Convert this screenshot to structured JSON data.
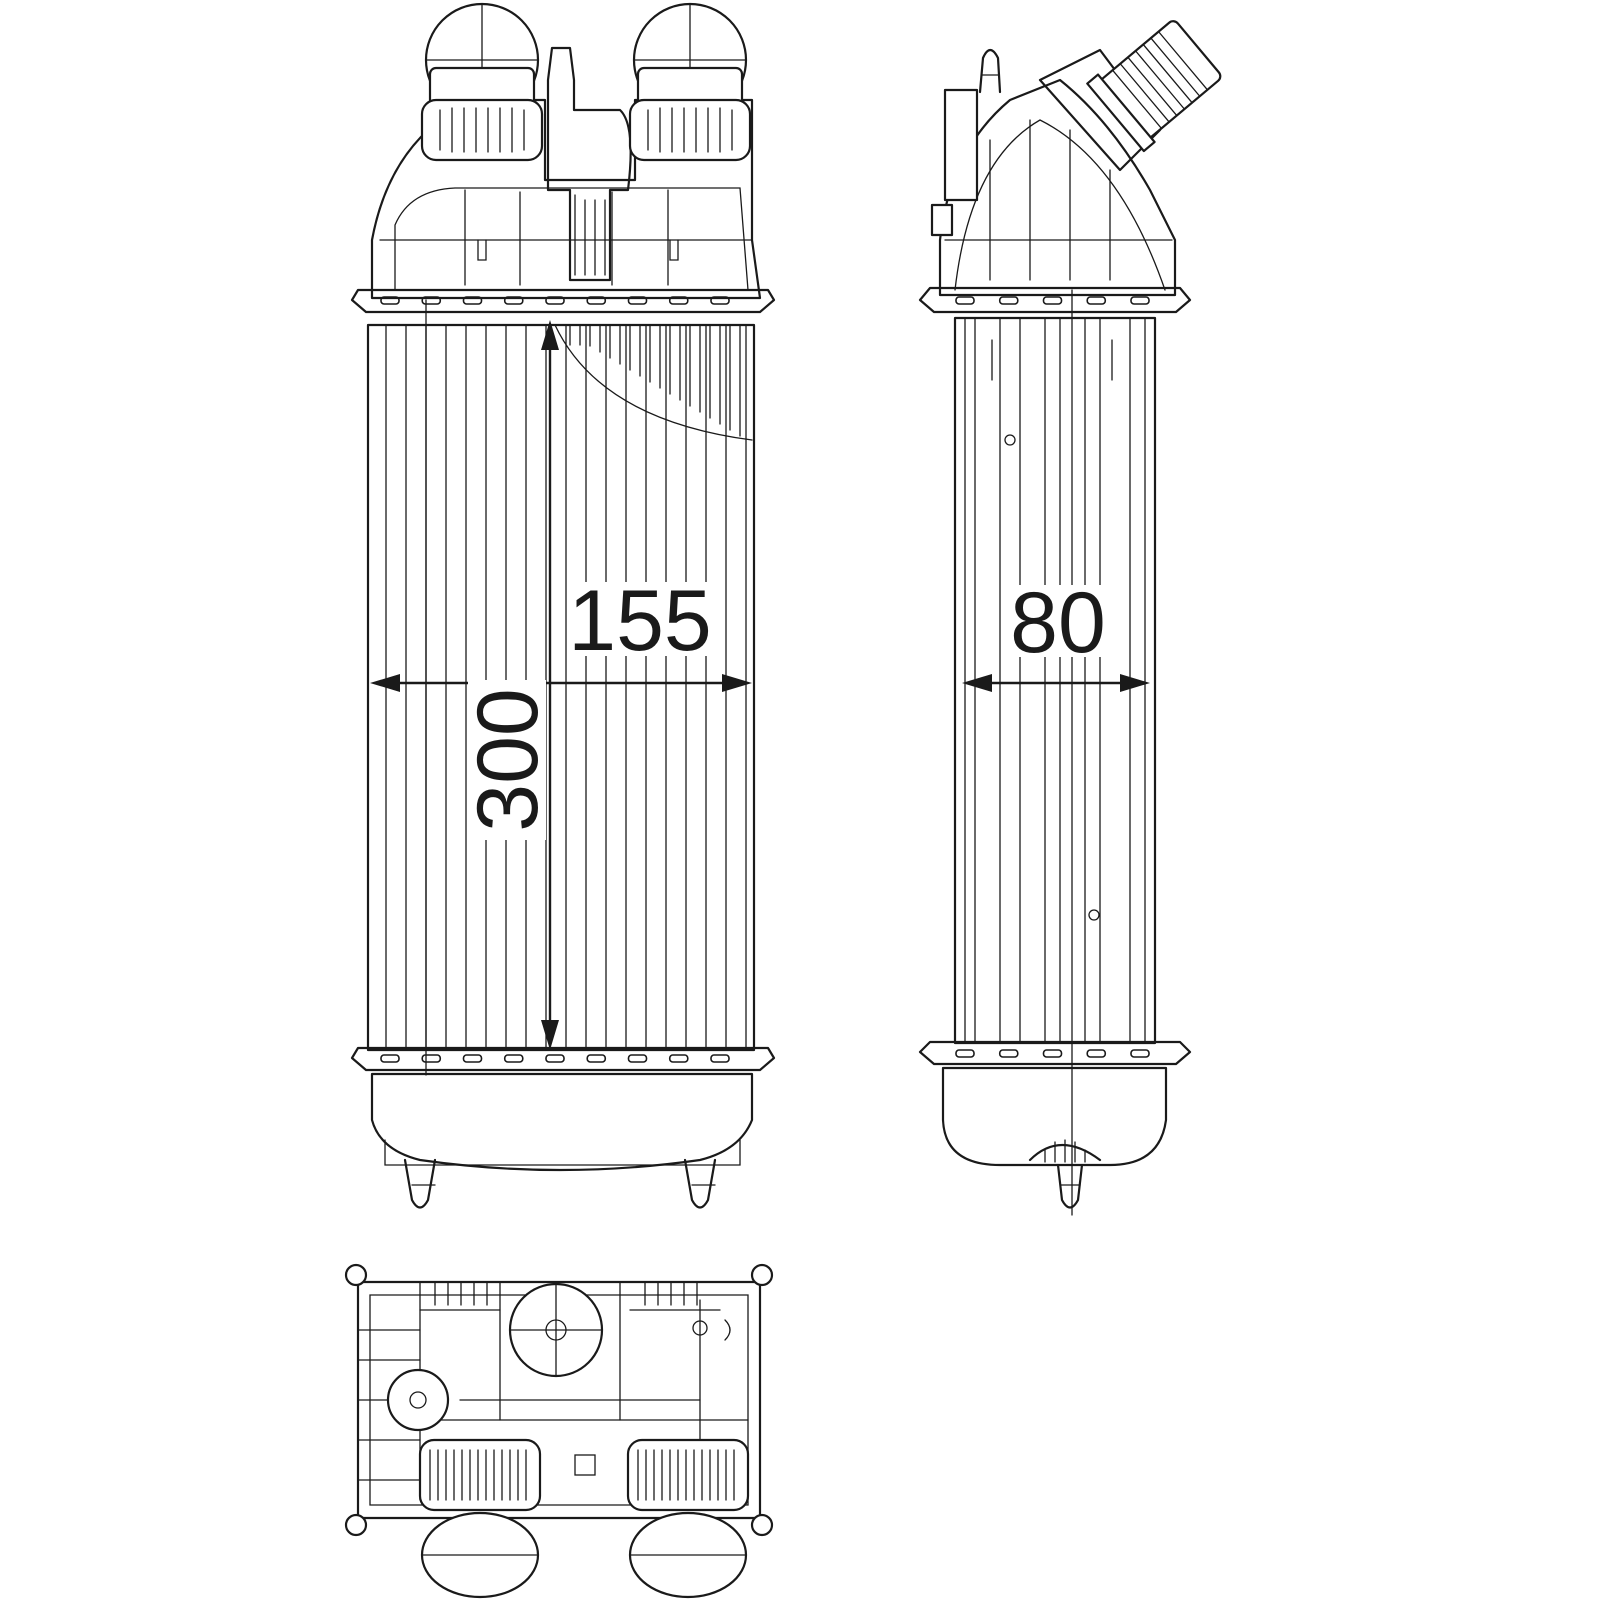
{
  "dimensions": {
    "width": "155",
    "height": "300",
    "depth": "80"
  },
  "views": [
    "front-view",
    "side-view",
    "top-view"
  ],
  "line_color": "#1a1a1a",
  "background_color": "#ffffff"
}
